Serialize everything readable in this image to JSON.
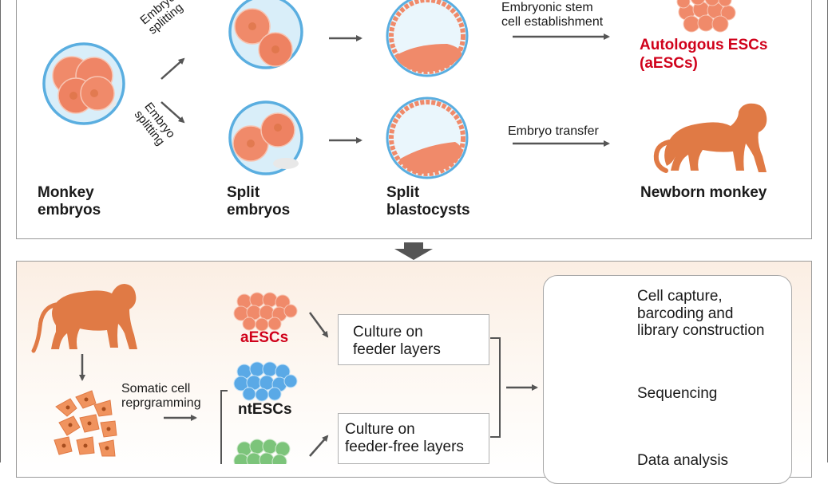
{
  "top": {
    "label_embryo_splitting_up": "Embryo splitting",
    "label_embryo_splitting_down": "Embryo splitting",
    "monkey_embryos": [
      "Monkey",
      "embryos"
    ],
    "split_embryos": [
      "Split",
      "embryos"
    ],
    "split_blastocysts": [
      "Split",
      "blastocysts"
    ],
    "esc_establishment": [
      "Embryonic stem",
      "cell establishment"
    ],
    "autologous": [
      "Autologous ESCs",
      "(aESCs)"
    ],
    "embryo_transfer": "Embryo transfer",
    "newborn_monkey": "Newborn monkey"
  },
  "bottom": {
    "somatic": [
      "Somatic cell",
      "reprgramming"
    ],
    "aescs": "aESCs",
    "ntescs": "ntESCs",
    "culture_feeder": [
      "Culture on",
      "feeder layers"
    ],
    "culture_feeder_free": [
      "Culture on",
      "feeder-free layers"
    ],
    "cell_capture": [
      "Cell capture,",
      "barcoding and",
      "library construction"
    ],
    "sequencing": "Sequencing",
    "data_analysis": "Data analysis"
  },
  "colors": {
    "embryo_fill": "#f08a6a",
    "zona": "#5aaee0",
    "monkey": "#e07a45",
    "red_text": "#d0021b",
    "esc_orange": "#f08a6a",
    "esc_blue": "#5aa9e6",
    "esc_green": "#7cc47a",
    "arrow": "#555555"
  }
}
